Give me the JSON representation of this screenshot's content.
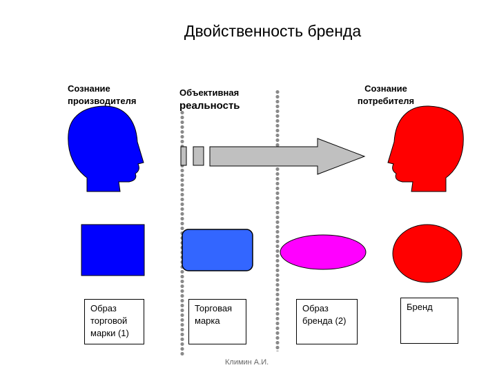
{
  "title": "Двойственность бренда",
  "labels": {
    "producer": "Сознание производителя",
    "objective_1": "Объективная",
    "objective_2": "реальность",
    "consumer": "Сознание потребителя"
  },
  "boxes": {
    "trademark_image": "Образ торговой марки (1)",
    "trademark": "Торговая марка",
    "brand_image": "Образ бренда (2)",
    "brand": "Бренд"
  },
  "footer": "Климин А.И.",
  "colors": {
    "producer_head": "#0000ff",
    "consumer_head": "#ff0000",
    "trademark_image_fill": "#0000ff",
    "trademark_fill": "#3366ff",
    "brand_image_fill": "#ff00ff",
    "brand_fill": "#ff0000",
    "arrow_fill": "#c0c0c0",
    "dotted_line": "#8a8a8a"
  }
}
